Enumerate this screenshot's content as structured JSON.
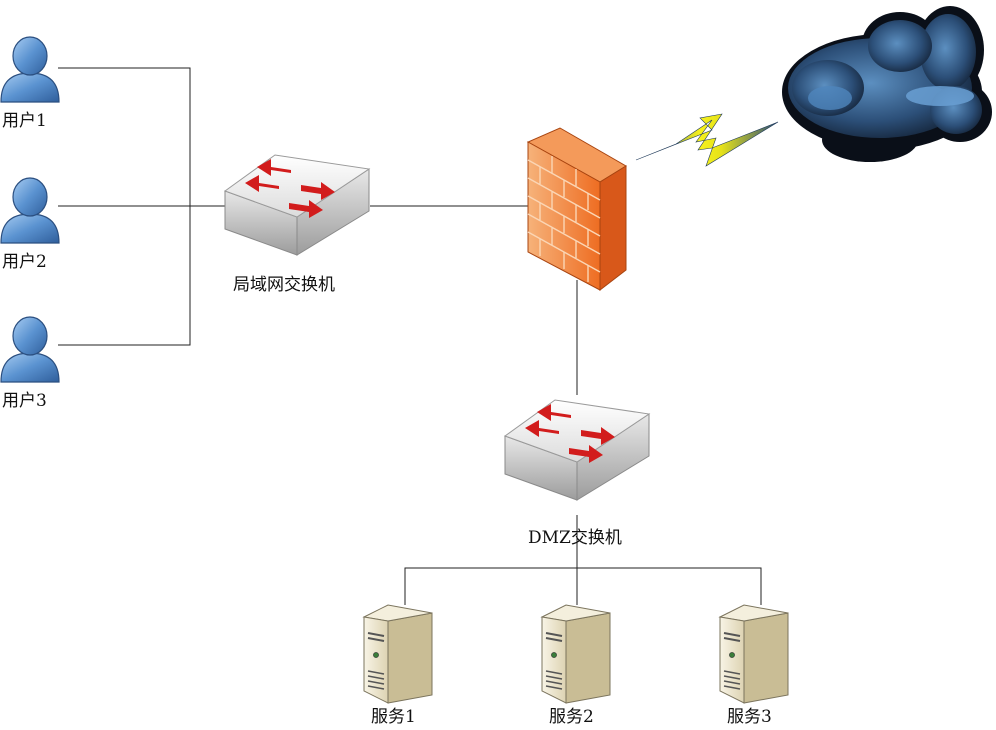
{
  "users": [
    {
      "label": "用户1"
    },
    {
      "label": "用户2"
    },
    {
      "label": "用户3"
    }
  ],
  "lan_switch": {
    "label": "局域网交换机",
    "icon": "network-switch-icon"
  },
  "firewall": {
    "icon": "firewall-icon"
  },
  "internet": {
    "icon": "cloud-icon"
  },
  "link": {
    "icon": "lightning-bolt-icon"
  },
  "dmz_switch": {
    "label": "DMZ交换机",
    "icon": "network-switch-icon"
  },
  "servers": [
    {
      "label": "服务1"
    },
    {
      "label": "服务2"
    },
    {
      "label": "服务3"
    }
  ],
  "colors": {
    "user": "#4f86c6",
    "firewall": "#f47a2a",
    "cloud": "#1d3552",
    "bolt": "#f2ee1e",
    "arrow": "#d21c1c",
    "server": "#ece4c8"
  }
}
